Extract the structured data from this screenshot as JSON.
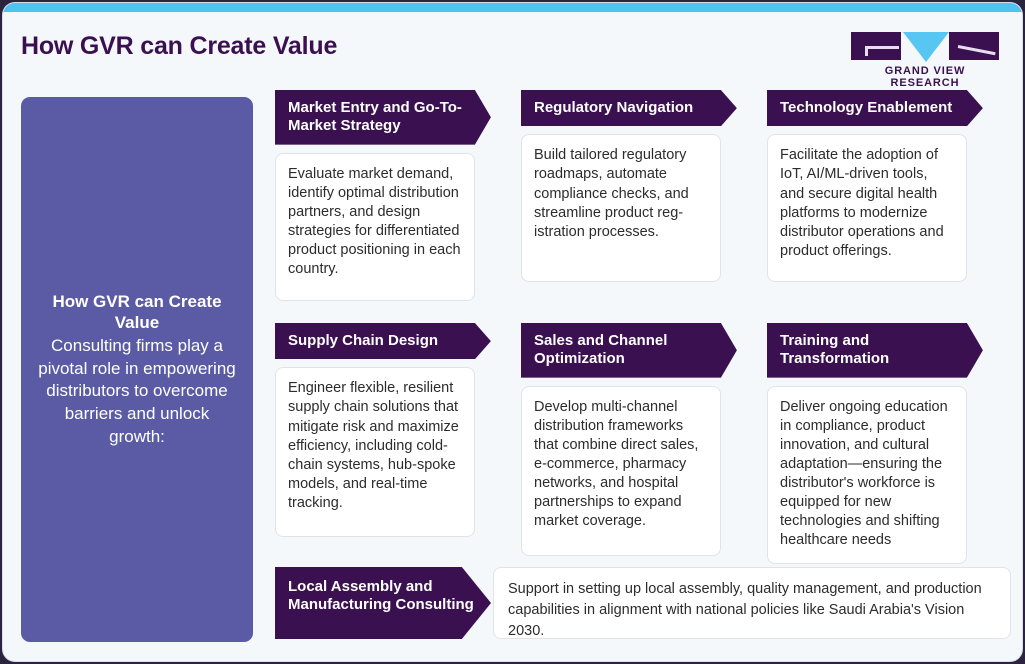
{
  "topbar": {
    "color": "#4fc3f0"
  },
  "header": {
    "title": "How GVR can Create Value",
    "title_color": "#3a1050",
    "logo": {
      "wordmark": "GRAND VIEW RESEARCH",
      "letters": [
        "G",
        "V",
        "R"
      ],
      "block_color": "#3a1050",
      "accent_color": "#57c6f2"
    }
  },
  "intro": {
    "title": "How GVR can Create Value",
    "body": "Consulting firms play a pivotal role in empowering distributors to overcome barriers and unlock growth:",
    "bg_color": "#5a5aa5"
  },
  "cards": {
    "market_entry": {
      "title": "Market Entry and Go-To-Market Strategy",
      "body": "Evaluate market demand, identify optimal distribution partners, and design strategies for differentiated product positioning in each country."
    },
    "regulatory": {
      "title": "Regulatory Navigation",
      "body": "Build tailored regulatory roadmaps, automate compliance checks, and streamline product reg-istration processes."
    },
    "technology": {
      "title": "Technology Enablement",
      "body": "Facilitate the adoption of IoT, AI/ML-driven tools, and secure digital health platforms to modernize distributor operations and product offerings."
    },
    "supply_chain": {
      "title": "Supply Chain Design",
      "body": "Engineer flexible, resilient supply chain solutions that mitigate risk and maximize efficiency, including cold-chain systems, hub-spoke models, and real-time tracking."
    },
    "sales_channel": {
      "title": "Sales and Channel Optimization",
      "body": "Develop multi-channel distribution frameworks that combine direct sales, e-commerce, pharmacy networks, and hospital partnerships to expand market coverage."
    },
    "training": {
      "title": "Training and Transformation",
      "body": "Deliver ongoing education in compliance, product innovation, and cultural adaptation—ensuring the distributor's workforce is equipped for new technologies and shifting healthcare needs"
    },
    "local_assembly": {
      "title": "Local Assembly and Manufacturing Consulting",
      "body": "Support in setting up local assembly, quality management, and production capabilities in alignment with national policies like Saudi Arabia's Vision 2030."
    }
  },
  "theme": {
    "card_header_color": "#3a1050",
    "card_body_bg": "#ffffff",
    "card_border": "#dfe4e8",
    "page_bg": "#f4f8fb"
  }
}
